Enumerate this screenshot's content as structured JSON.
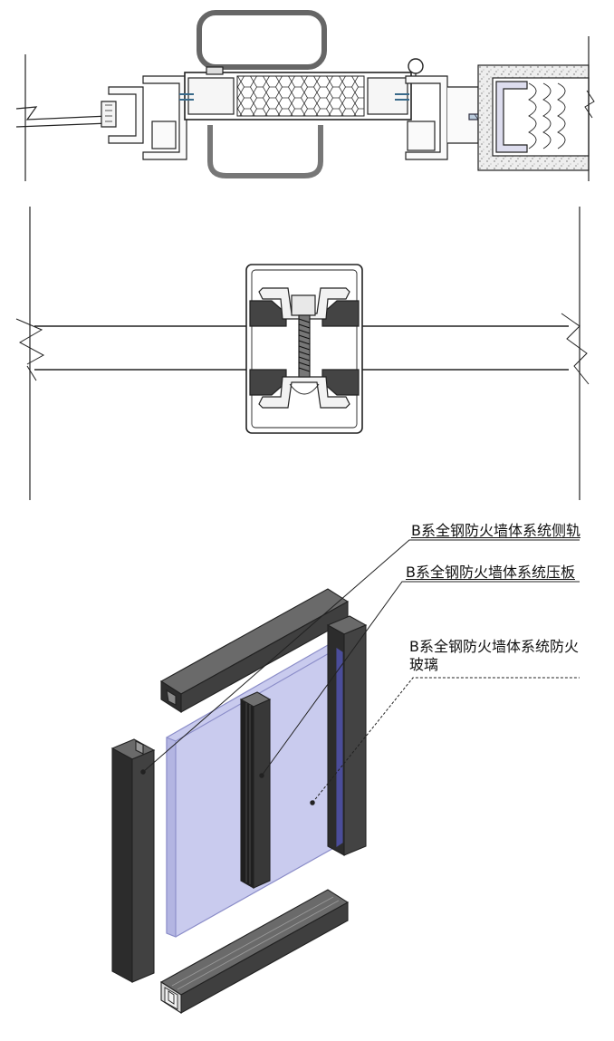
{
  "labels": {
    "side_rail": "B系全钢防火墙体系统侧轨",
    "press_plate": "B系全钢防火墙体系统压板",
    "glass_line1": "B系全钢防火墙体系统防火",
    "glass_line2": "玻璃"
  },
  "colors": {
    "line": "#222222",
    "profile_dark": "#3a3a3a",
    "profile_mid": "#555555",
    "glass_fill": "#c9cbee",
    "glass_edge": "#8a8cc8",
    "concrete": "#e6e6e6"
  }
}
